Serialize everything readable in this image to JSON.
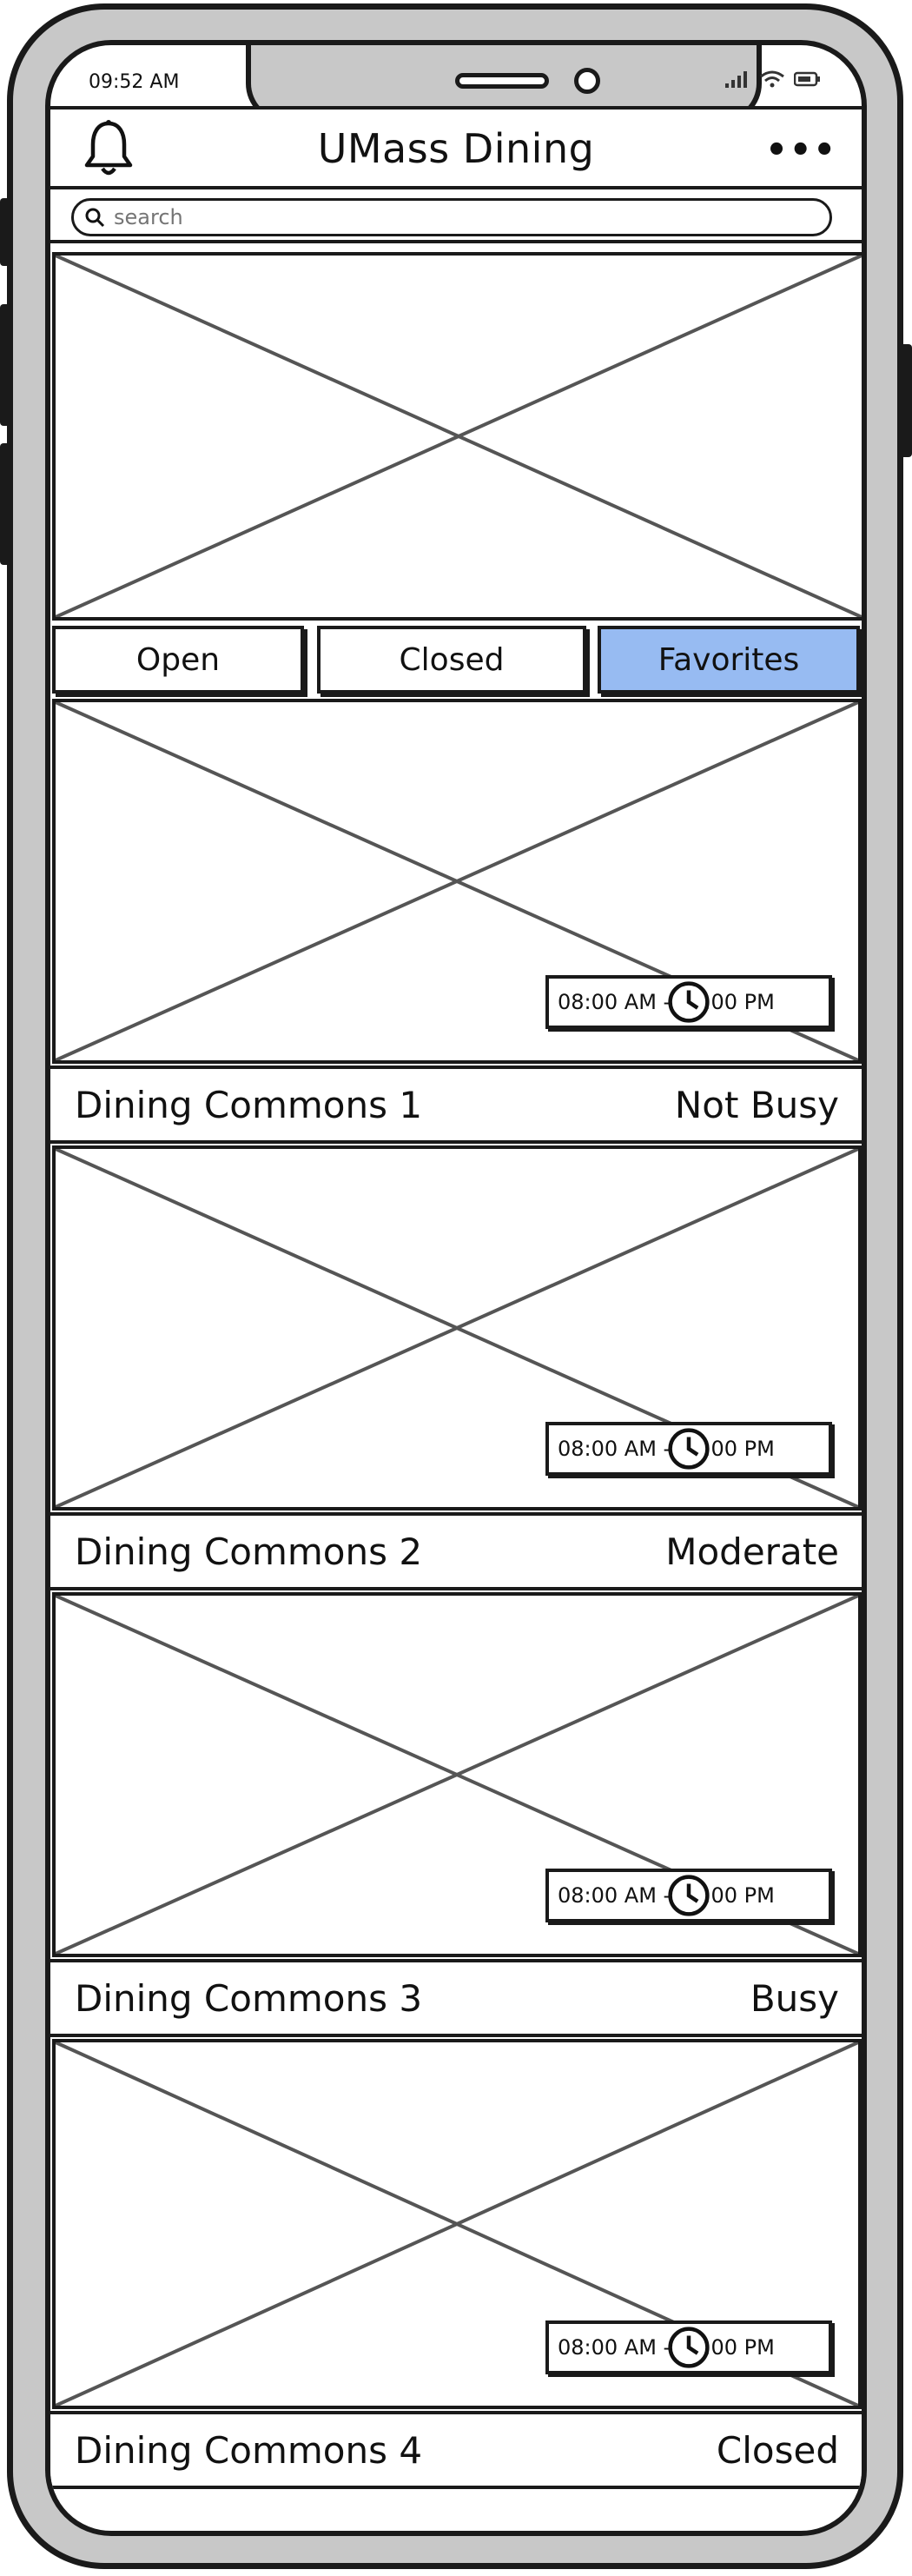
{
  "status_bar": {
    "time": "09:52 AM"
  },
  "header": {
    "title": "UMass Dining",
    "more_label": "•••"
  },
  "search": {
    "placeholder": "search"
  },
  "tabs": [
    {
      "label": "Open",
      "active": false
    },
    {
      "label": "Closed",
      "active": false
    },
    {
      "label": "Favorites",
      "active": true
    }
  ],
  "dining_commons": [
    {
      "name": "Dining Commons 1",
      "status": "Not Busy",
      "hours": "08:00 AM - 10:00 PM"
    },
    {
      "name": "Dining Commons 2",
      "status": "Moderate",
      "hours": "08:00 AM - 10:00 PM"
    },
    {
      "name": "Dining Commons 3",
      "status": "Busy",
      "hours": "08:00 AM - 10:00 PM"
    },
    {
      "name": "Dining Commons 4",
      "status": "Closed",
      "hours": "08:00 AM - 10:00 PM"
    }
  ],
  "colors": {
    "active_tab": "#97bbf2",
    "frame": "#1a1a1a",
    "bezel": "#c8c8c8"
  }
}
